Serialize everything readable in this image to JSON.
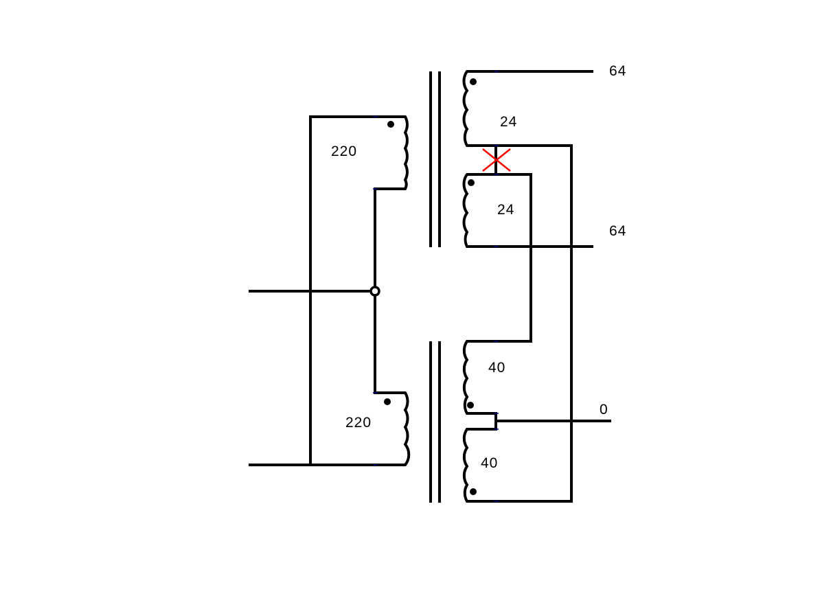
{
  "labels": {
    "top_primary_turns": "220",
    "bottom_primary_turns": "220",
    "top_secondary_upper_turns": "24",
    "top_secondary_lower_turns": "24",
    "bottom_secondary_upper_turns": "40",
    "bottom_secondary_lower_turns": "40",
    "output_upper": "64",
    "output_lower": "64",
    "output_common": "0"
  },
  "colors": {
    "wire": "#000000",
    "break_mark": "#ff0000",
    "terminal_tick": "#000080",
    "background": "#ffffff"
  },
  "marks": {
    "break_mark_icon": "red-x-cross-icon",
    "junction_icon": "open-circle-junction-icon",
    "polarity_icon": "polarity-dot-icon"
  }
}
